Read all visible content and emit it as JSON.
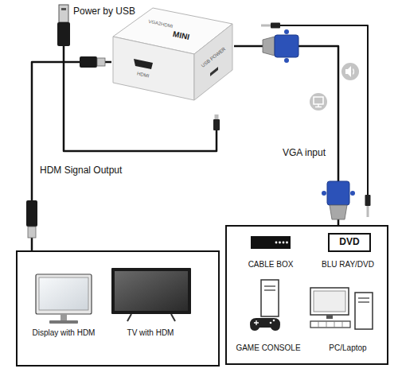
{
  "diagram": {
    "nodes": [
      {
        "text": [
          "VGA2HDMI",
          "MINI",
          "HDMI",
          "USB POWER"
        ]
      },
      {
        "text": [
          "Display with HDM",
          "TV with HDM"
        ]
      },
      {
        "text": [
          "CABLE BOX",
          "BLU RAY/DVD",
          "GAME CONSOLE",
          "PC/Laptop"
        ]
      },
      {
        "text": [
          "DVD"
        ],
        "in": 2
      }
    ],
    "edges": [
      {
        "from": 0,
        "to": 1,
        "arrow": "none"
      },
      {
        "from": 2,
        "to": 0,
        "arrow": "none"
      }
    ],
    "labels": [
      "Power by USB",
      "HDM Signal Output",
      "VGA input"
    ]
  }
}
